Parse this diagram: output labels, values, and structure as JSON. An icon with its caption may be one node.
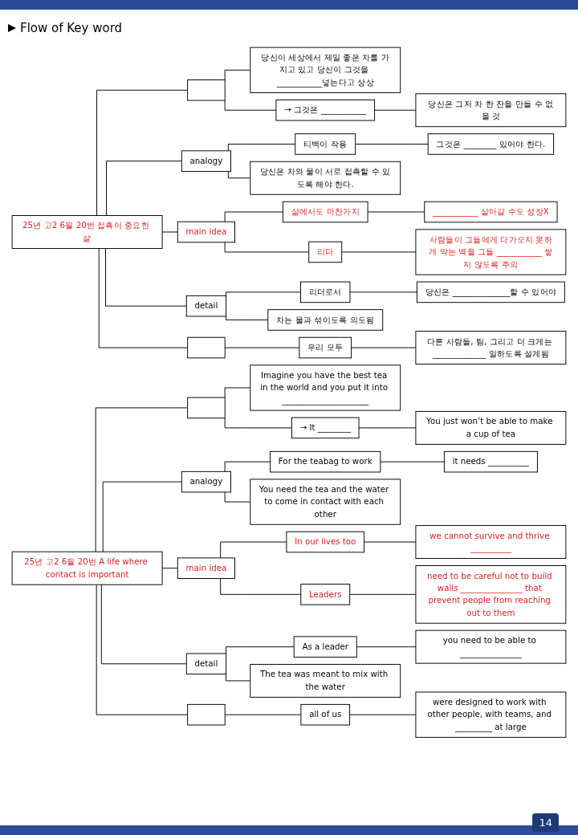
{
  "diagram": {
    "title": "Flow of Key word",
    "nodes": [
      {
        "text": [
          "25년 고2 6월 20번 접촉이 중요한 삶"
        ]
      },
      {
        "text": [],
        "shape": "box"
      },
      {
        "text": [
          "당신이 세상에서 제일 좋은 차를 가지고 있고 당신이 그것을 ___________넣는다고 상상"
        ]
      },
      {
        "text": [
          "→ 그것은 ___________"
        ]
      },
      {
        "text": [
          "당신은 그저 차 한 잔을 만들 수 없을 것"
        ]
      },
      {
        "text": [
          "analogy"
        ]
      },
      {
        "text": [
          "티백이 작용"
        ]
      },
      {
        "text": [
          "그것은 ________ 있어야 한다."
        ]
      },
      {
        "text": [
          "당신은 차와 물이 서로 접촉할 수 있도록 해야 한다."
        ]
      },
      {
        "text": [
          "main idea"
        ]
      },
      {
        "text": [
          "삶에서도 마찬가지"
        ]
      },
      {
        "text": [
          "___________ 살아갈 수도 성장X"
        ]
      },
      {
        "text": [
          "리더"
        ]
      },
      {
        "text": [
          "사람들이 그들에게 다가오지 못하게 막는 벽을 그들 ___________ 쌓지 않도록 주의"
        ]
      },
      {
        "text": [
          "detail"
        ]
      },
      {
        "text": [
          "리더로서"
        ]
      },
      {
        "text": [
          "당신은 ______________할 수 있어야"
        ]
      },
      {
        "text": [
          "차는 물과 섞이도록 의도됨"
        ]
      },
      {
        "text": [],
        "shape": "box"
      },
      {
        "text": [
          "우리 모두"
        ]
      },
      {
        "text": [
          "다른 사람들, 팀, 그리고 더 크게는 _____________ 일하도록 설계됨"
        ]
      },
      {
        "text": [
          "25년 고2 6월 20번 A life where contact is important"
        ]
      },
      {
        "text": [],
        "shape": "box"
      },
      {
        "text": [
          "Imagine you have the best tea in the world and you put it into _____________________"
        ]
      },
      {
        "text": [
          "→ It ________"
        ]
      },
      {
        "text": [
          "You just won’t be able to make a cup of tea"
        ]
      },
      {
        "text": [
          "analogy"
        ]
      },
      {
        "text": [
          "For the teabag to work"
        ]
      },
      {
        "text": [
          "it needs __________"
        ]
      },
      {
        "text": [
          "You need the tea and the water to come in contact with each other"
        ]
      },
      {
        "text": [
          "main idea"
        ]
      },
      {
        "text": [
          "In our lives too"
        ]
      },
      {
        "text": [
          "we cannot survive and thrive __________"
        ]
      },
      {
        "text": [
          "Leaders"
        ]
      },
      {
        "text": [
          "need to be careful not to build walls _______________ that prevent people from reaching out to them"
        ]
      },
      {
        "text": [
          "detail"
        ]
      },
      {
        "text": [
          "As a leader"
        ]
      },
      {
        "text": [
          "you need to be able to _______________"
        ]
      },
      {
        "text": [
          "The tea was meant to mix with the water"
        ]
      },
      {
        "text": [],
        "shape": "box"
      },
      {
        "text": [
          "all of us"
        ]
      },
      {
        "text": [
          "were designed to work with other people, with teams, and _________ at large"
        ]
      }
    ],
    "edges": [
      {
        "from": 0,
        "to": 1,
        "arrow": "none"
      },
      {
        "from": 1,
        "to": 2,
        "arrow": "none"
      },
      {
        "from": 1,
        "to": 3,
        "arrow": "none"
      },
      {
        "from": 3,
        "to": 4,
        "arrow": "none"
      },
      {
        "from": 0,
        "to": 5,
        "arrow": "none"
      },
      {
        "from": 5,
        "to": 6,
        "arrow": "none"
      },
      {
        "from": 6,
        "to": 7,
        "arrow": "none"
      },
      {
        "from": 5,
        "to": 8,
        "arrow": "none"
      },
      {
        "from": 0,
        "to": 9,
        "arrow": "none"
      },
      {
        "from": 9,
        "to": 10,
        "arrow": "none"
      },
      {
        "from": 10,
        "to": 11,
        "arrow": "none"
      },
      {
        "from": 9,
        "to": 12,
        "arrow": "none"
      },
      {
        "from": 12,
        "to": 13,
        "arrow": "none"
      },
      {
        "from": 0,
        "to": 14,
        "arrow": "none"
      },
      {
        "from": 14,
        "to": 15,
        "arrow": "none"
      },
      {
        "from": 15,
        "to": 16,
        "arrow": "none"
      },
      {
        "from": 14,
        "to": 17,
        "arrow": "none"
      },
      {
        "from": 0,
        "to": 18,
        "arrow": "none"
      },
      {
        "from": 18,
        "to": 19,
        "arrow": "none"
      },
      {
        "from": 19,
        "to": 20,
        "arrow": "none"
      },
      {
        "from": 21,
        "to": 22,
        "arrow": "none"
      },
      {
        "from": 22,
        "to": 23,
        "arrow": "none"
      },
      {
        "from": 22,
        "to": 24,
        "arrow": "none"
      },
      {
        "from": 24,
        "to": 25,
        "arrow": "none"
      },
      {
        "from": 21,
        "to": 26,
        "arrow": "none"
      },
      {
        "from": 26,
        "to": 27,
        "arrow": "none"
      },
      {
        "from": 27,
        "to": 28,
        "arrow": "none"
      },
      {
        "from": 26,
        "to": 29,
        "arrow": "none"
      },
      {
        "from": 21,
        "to": 30,
        "arrow": "none"
      },
      {
        "from": 30,
        "to": 31,
        "arrow": "none"
      },
      {
        "from": 31,
        "to": 32,
        "arrow": "none"
      },
      {
        "from": 30,
        "to": 33,
        "arrow": "none"
      },
      {
        "from": 33,
        "to": 34,
        "arrow": "none"
      },
      {
        "from": 21,
        "to": 35,
        "arrow": "none"
      },
      {
        "from": 35,
        "to": 36,
        "arrow": "none"
      },
      {
        "from": 36,
        "to": 37,
        "arrow": "none"
      },
      {
        "from": 35,
        "to": 38,
        "arrow": "none"
      },
      {
        "from": 21,
        "to": 39,
        "arrow": "none"
      },
      {
        "from": 39,
        "to": 40,
        "arrow": "none"
      },
      {
        "from": 40,
        "to": 41,
        "arrow": "none"
      }
    ],
    "labels": [
      "14"
    ]
  }
}
